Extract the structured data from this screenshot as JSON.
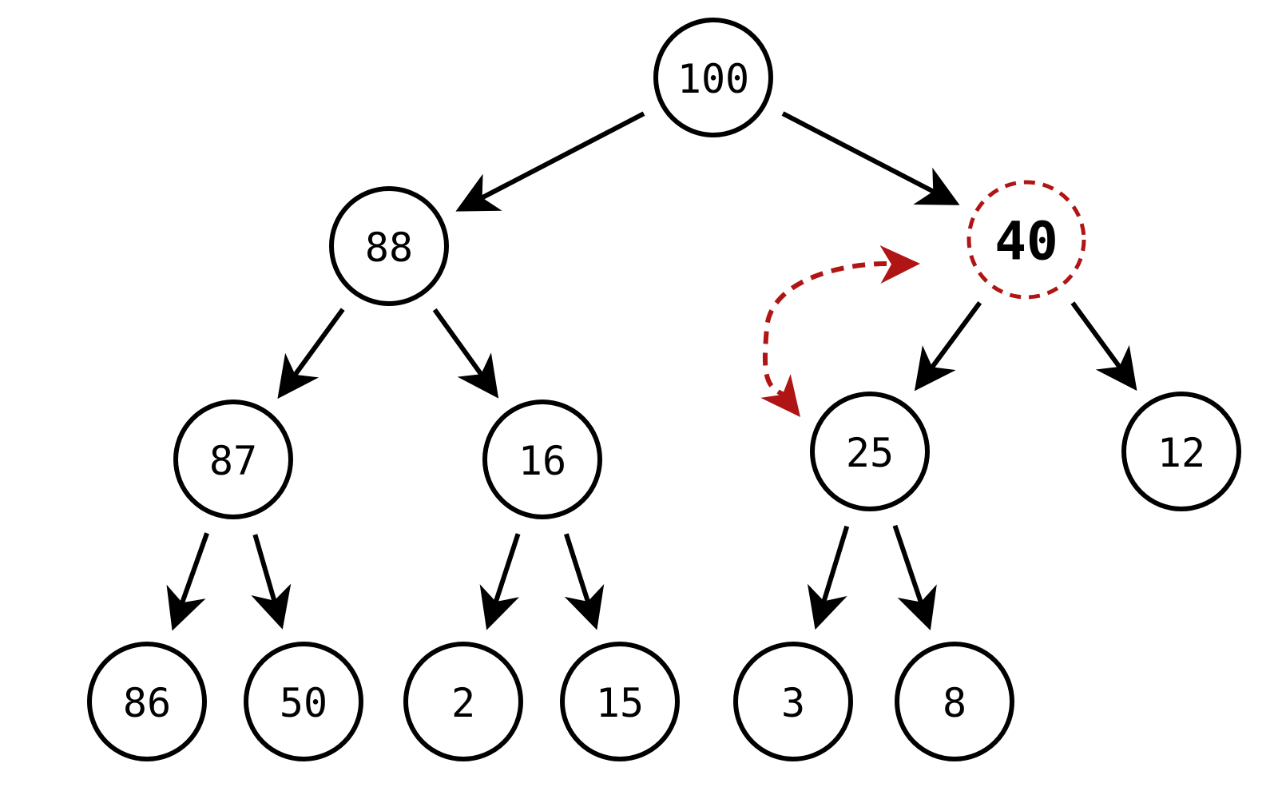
{
  "diagram": {
    "nodes": [
      {
        "id": "n0",
        "label": "100",
        "highlight": false
      },
      {
        "id": "n1",
        "label": "88",
        "highlight": false
      },
      {
        "id": "n2",
        "label": "40",
        "highlight": true
      },
      {
        "id": "n3",
        "label": "87",
        "highlight": false
      },
      {
        "id": "n4",
        "label": "16",
        "highlight": false
      },
      {
        "id": "n5",
        "label": "25",
        "highlight": false
      },
      {
        "id": "n6",
        "label": "12",
        "highlight": false
      },
      {
        "id": "n7",
        "label": "86",
        "highlight": false
      },
      {
        "id": "n8",
        "label": "50",
        "highlight": false
      },
      {
        "id": "n9",
        "label": "2",
        "highlight": false
      },
      {
        "id": "n10",
        "label": "15",
        "highlight": false
      },
      {
        "id": "n11",
        "label": "3",
        "highlight": false
      },
      {
        "id": "n12",
        "label": "8",
        "highlight": false
      }
    ],
    "edges": [
      {
        "from": "n0",
        "to": "n1"
      },
      {
        "from": "n0",
        "to": "n2"
      },
      {
        "from": "n1",
        "to": "n3"
      },
      {
        "from": "n1",
        "to": "n4"
      },
      {
        "from": "n2",
        "to": "n5"
      },
      {
        "from": "n2",
        "to": "n6"
      },
      {
        "from": "n3",
        "to": "n7"
      },
      {
        "from": "n3",
        "to": "n8"
      },
      {
        "from": "n4",
        "to": "n9"
      },
      {
        "from": "n4",
        "to": "n10"
      },
      {
        "from": "n5",
        "to": "n11"
      },
      {
        "from": "n5",
        "to": "n12"
      }
    ],
    "swap": {
      "between": [
        "n2",
        "n5"
      ],
      "bidirectional": true
    },
    "colors": {
      "stroke": "#000000",
      "highlight": "#b01515",
      "background": "#ffffff"
    }
  }
}
